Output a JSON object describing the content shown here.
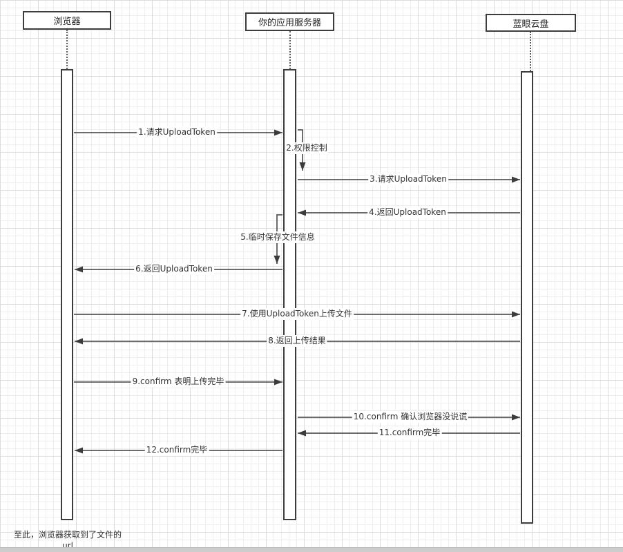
{
  "diagram": {
    "actors": [
      {
        "name": "浏览器"
      },
      {
        "name": "你的应用服务器"
      },
      {
        "name": "蓝眼云盘"
      }
    ],
    "messages": [
      {
        "label": "1.请求UploadToken",
        "from": "浏览器",
        "to": "你的应用服务器"
      },
      {
        "label": "2.权限控制",
        "from": "你的应用服务器",
        "to": "你的应用服务器"
      },
      {
        "label": "3.请求UploadToken",
        "from": "你的应用服务器",
        "to": "蓝眼云盘"
      },
      {
        "label": "4.返回UploadToken",
        "from": "蓝眼云盘",
        "to": "你的应用服务器"
      },
      {
        "label": "5.临时保存文件信息",
        "from": "你的应用服务器",
        "to": "你的应用服务器"
      },
      {
        "label": "6.返回UploadToken",
        "from": "你的应用服务器",
        "to": "浏览器"
      },
      {
        "label": "7.使用UploadToken上传文件",
        "from": "浏览器",
        "to": "蓝眼云盘"
      },
      {
        "label": "8.返回上传结果",
        "from": "蓝眼云盘",
        "to": "浏览器"
      },
      {
        "label": "9.confirm 表明上传完毕",
        "from": "浏览器",
        "to": "你的应用服务器"
      },
      {
        "label": "10.confirm 确认浏览器没说谎",
        "from": "你的应用服务器",
        "to": "蓝眼云盘"
      },
      {
        "label": "11.confirm完毕",
        "from": "蓝眼云盘",
        "to": "你的应用服务器"
      },
      {
        "label": "12.confirm完毕",
        "from": "你的应用服务器",
        "to": "浏览器"
      }
    ],
    "note": "至此，浏览器获取到了文件的url",
    "colors": {
      "line": "#3c3c3c"
    }
  }
}
